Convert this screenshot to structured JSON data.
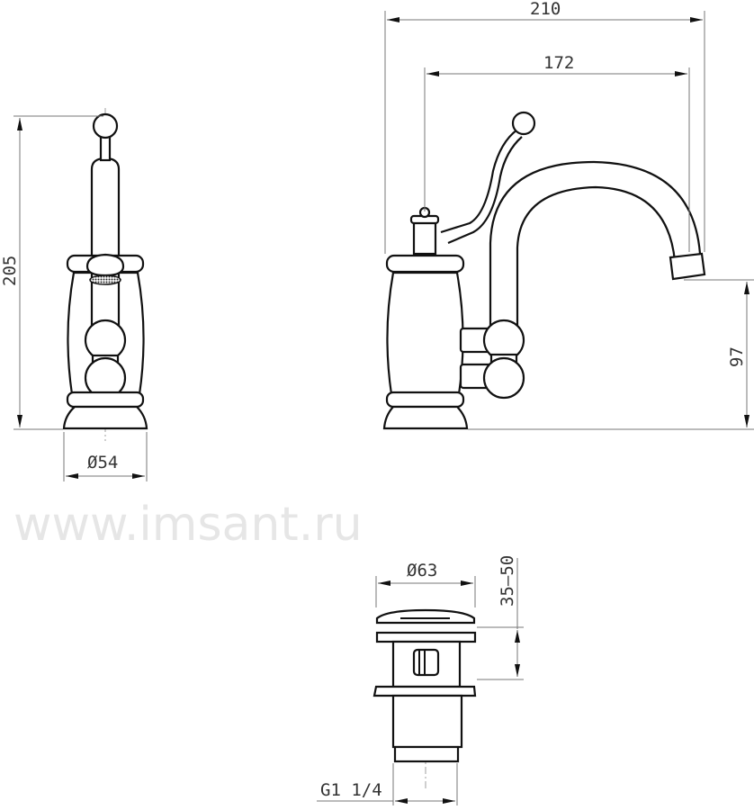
{
  "drawing": {
    "front_view": {
      "height_label": "205",
      "diameter_label": "Ø54"
    },
    "side_view": {
      "overall_width_label": "210",
      "spout_reach_label": "172",
      "spout_height_label": "97"
    },
    "drain": {
      "diameter_label": "Ø63",
      "stroke_label": "35–50",
      "thread_label": "G1 1/4"
    },
    "watermark": "www.imsant.ru"
  }
}
